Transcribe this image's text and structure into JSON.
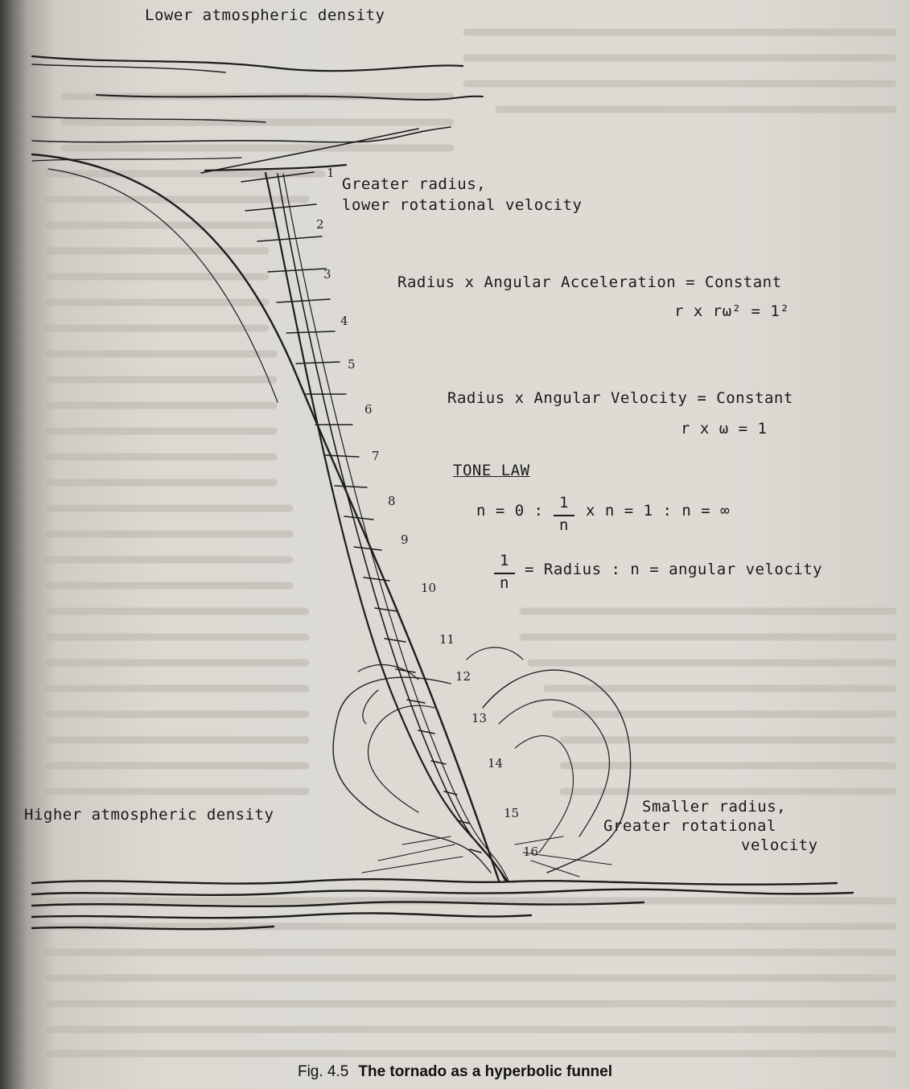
{
  "labels": {
    "lower_density": "Lower atmospheric density",
    "greater_radius_1": "Greater radius,",
    "greater_radius_2": "lower rotational velocity",
    "accel_eq": "Radius x Angular Acceleration = Constant",
    "accel_formula": "r x rω² = 1²",
    "velocity_eq": "Radius x Angular Velocity = Constant",
    "velocity_formula": "r x ω = 1",
    "tone_law": "TONE LAW",
    "n_relation_a": "n = 0 :",
    "n_relation_b": "x n = 1 : n = ∞",
    "frac_num": "1",
    "frac_den": "n",
    "radius_relation": "= Radius : n = angular velocity",
    "higher_density": "Higher atmospheric density",
    "smaller_radius_1": "Smaller radius,",
    "smaller_radius_2": "Greater rotational",
    "smaller_radius_3": "velocity"
  },
  "segment_numbers": [
    "1",
    "2",
    "3",
    "4",
    "5",
    "6",
    "7",
    "8",
    "9",
    "10",
    "11",
    "12",
    "13",
    "14",
    "15",
    "16"
  ],
  "caption": {
    "fig": "Fig. 4.5",
    "title": "The tornado as a hyperbolic funnel"
  },
  "colors": {
    "ink": "#1a1a1a",
    "paper": "#dedbd5"
  }
}
